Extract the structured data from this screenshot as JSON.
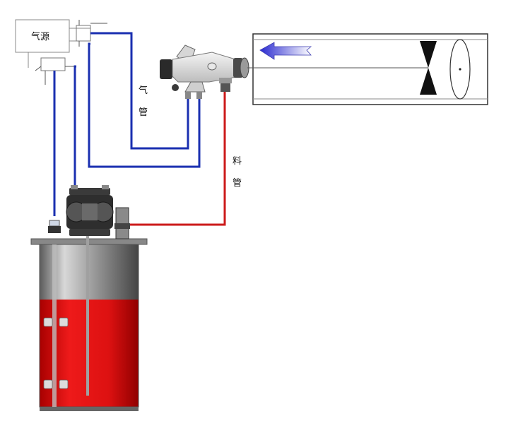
{
  "labels": {
    "air_source": "气源",
    "air_pipe_char1": "气",
    "air_pipe_char2": "管",
    "material_pipe_char1": "料",
    "material_pipe_char2": "管"
  },
  "colors": {
    "air_line": "#1a2fb0",
    "material_line": "#cc1a1a",
    "paint_fill": "#dd1111",
    "booth_stroke": "#333333",
    "flow_arrow": "#4a4ad8"
  },
  "icons": {
    "air_source": "air-source-box-icon",
    "spray_gun": "spray-gun-icon",
    "pump": "diaphragm-pump-icon",
    "tank": "paint-tank-icon",
    "flow_arrow": "flow-direction-arrow-icon"
  }
}
